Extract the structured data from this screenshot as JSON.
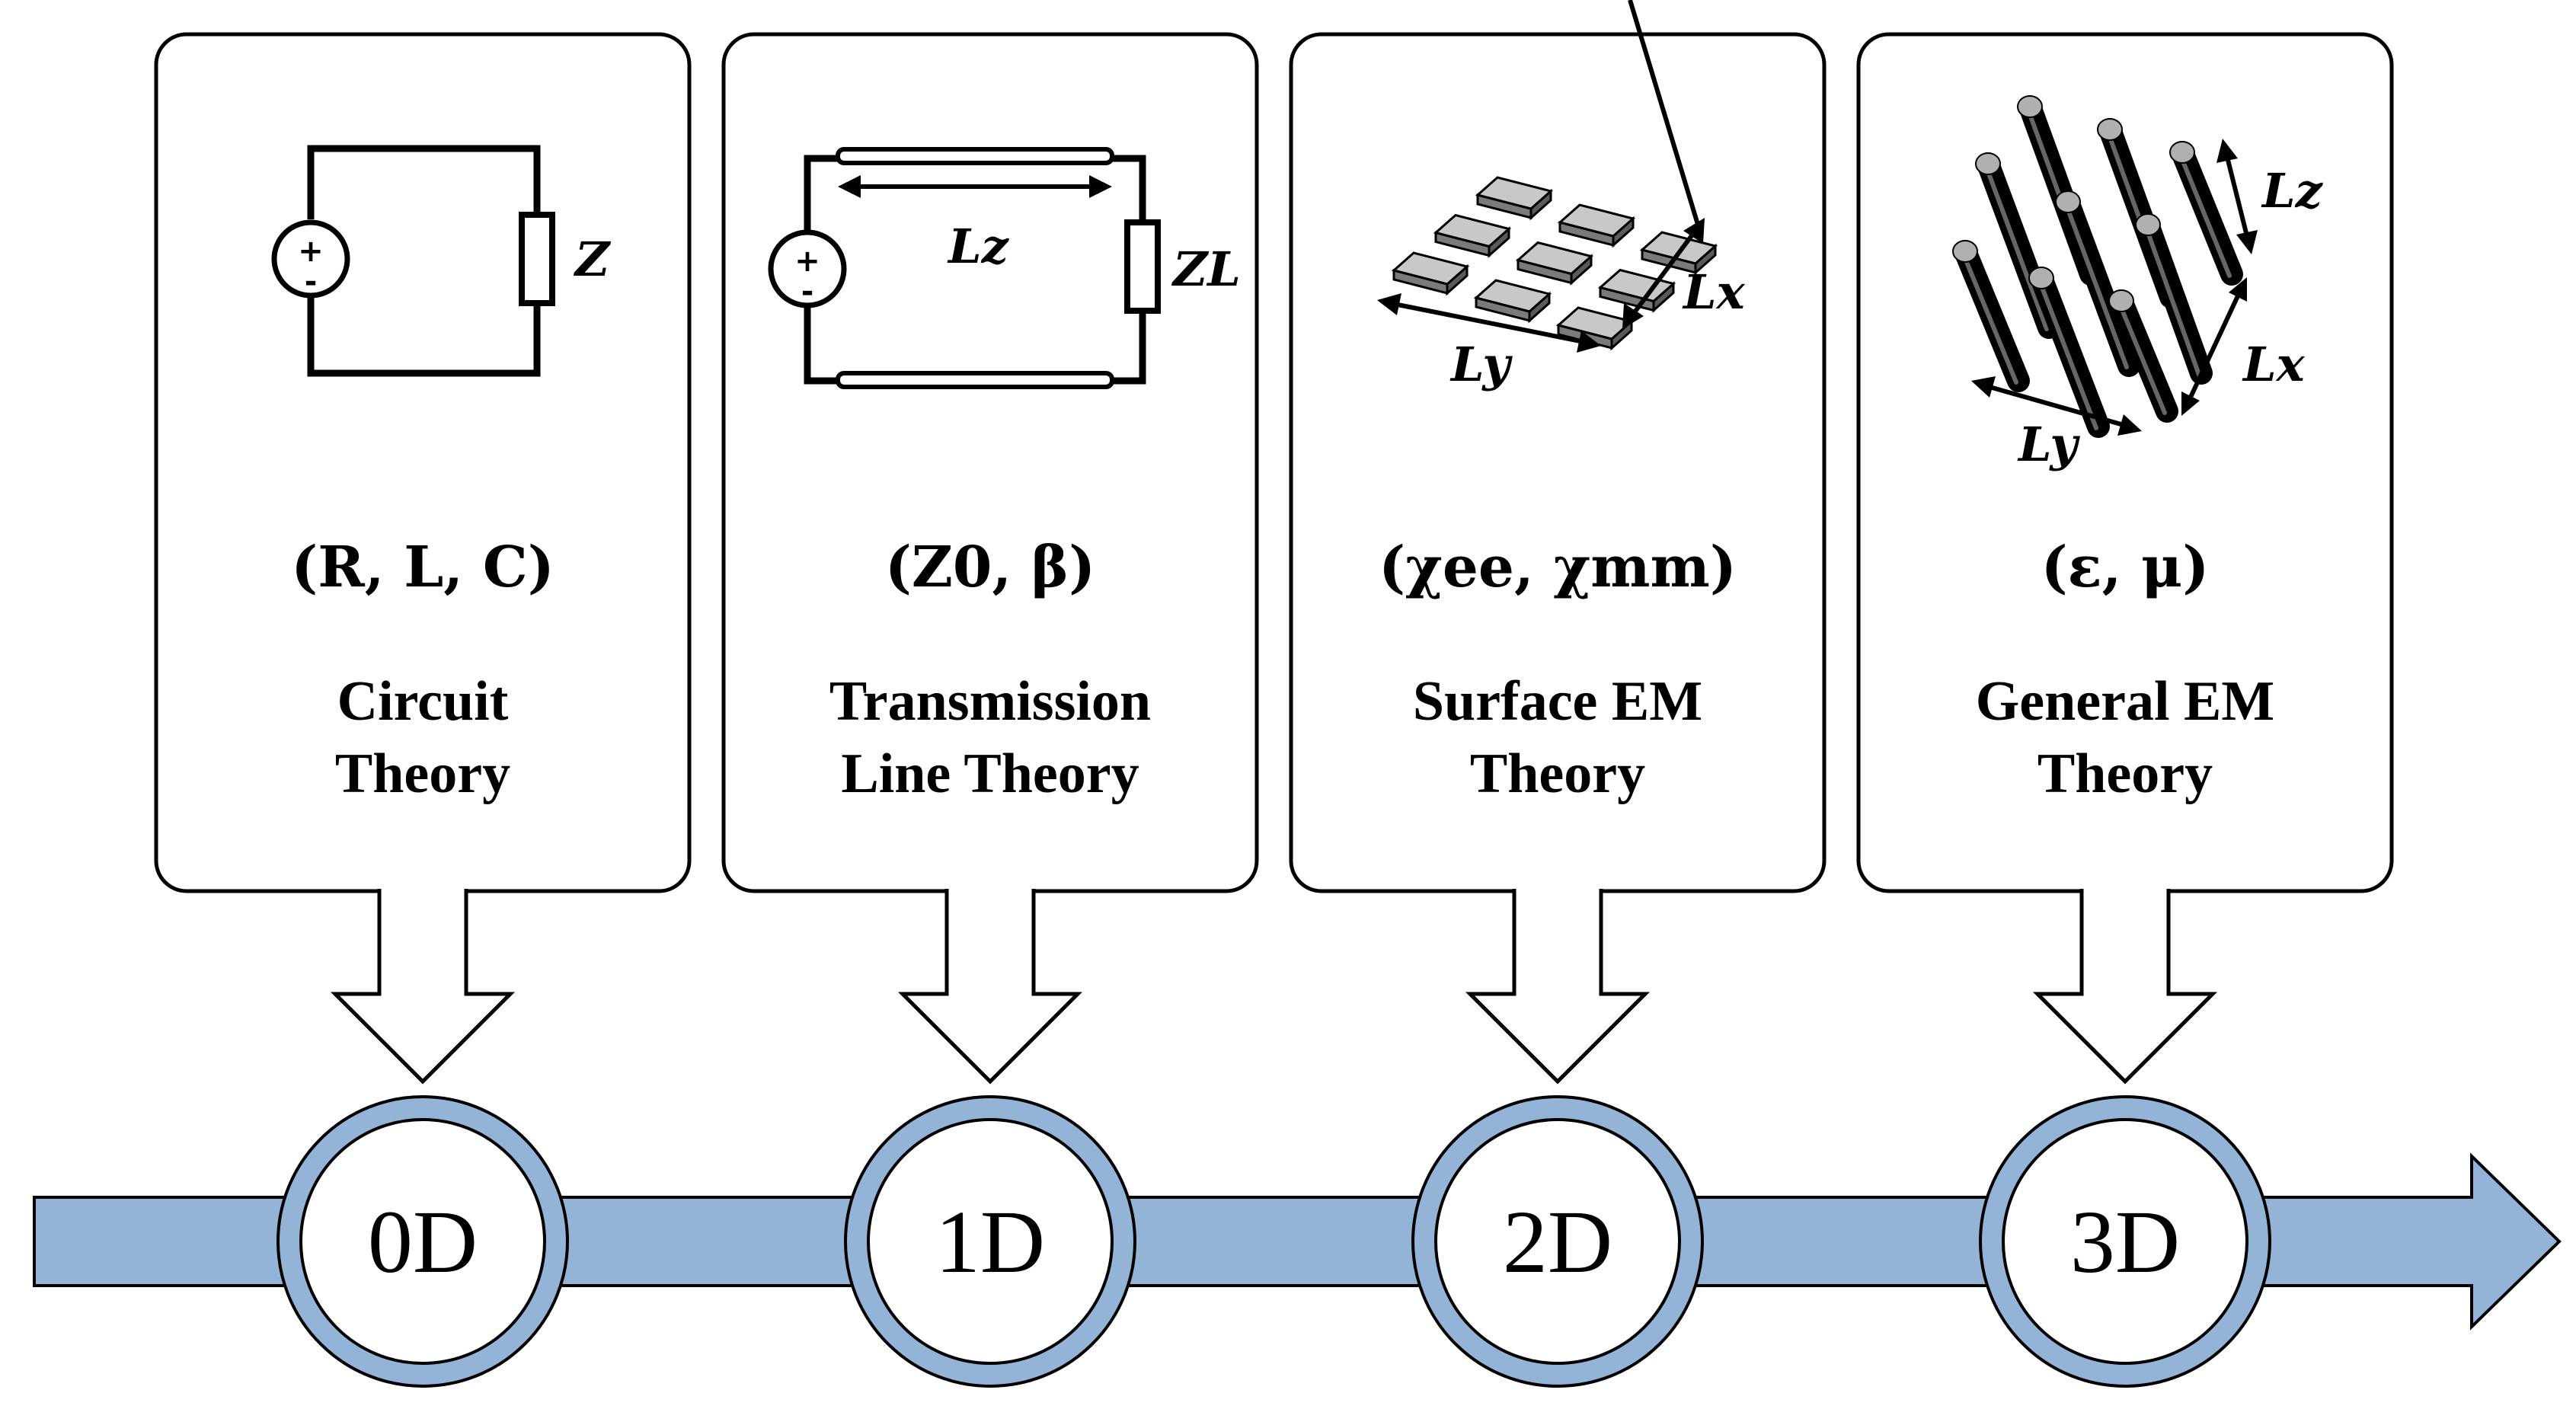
{
  "stages": [
    {
      "id": "0d",
      "dimension": "0D",
      "params": "(R, L, C)",
      "title_line1": "Circuit",
      "title_line2": "Theory",
      "component_label": "Z"
    },
    {
      "id": "1d",
      "dimension": "1D",
      "params": "(Z0, β)",
      "title_line1": "Transmission",
      "title_line2": "Line Theory",
      "length_label": "Lz",
      "component_label": "ZL"
    },
    {
      "id": "2d",
      "dimension": "2D",
      "params": "(χee, χmm)",
      "title_line1": "Surface EM",
      "title_line2": "Theory",
      "lx_label": "Lx",
      "ly_label": "Ly"
    },
    {
      "id": "3d",
      "dimension": "3D",
      "params": "(ε, μ)",
      "title_line1": "General EM",
      "title_line2": "Theory",
      "lx_label": "Lx",
      "ly_label": "Ly",
      "lz_label": "Lz"
    }
  ],
  "source_symbols": {
    "plus": "+",
    "minus": "-"
  },
  "colors": {
    "timeline_fill": "#93b3d7",
    "outline": "#000000",
    "node_fill": "#ffffff"
  }
}
